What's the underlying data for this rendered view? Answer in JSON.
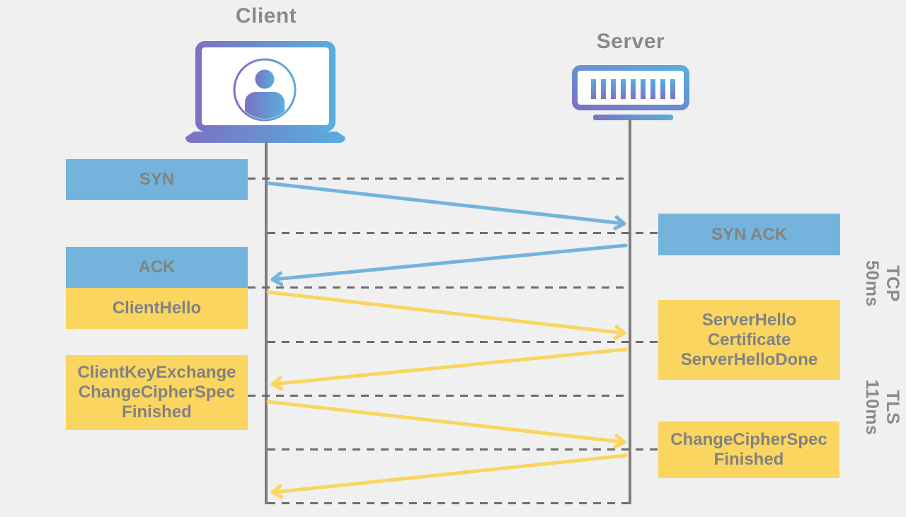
{
  "actors": {
    "client": "Client",
    "server": "Server"
  },
  "messages": {
    "syn": {
      "label": "SYN"
    },
    "syn_ack": {
      "label": "SYN ACK"
    },
    "ack": {
      "label": "ACK"
    },
    "client_hello": {
      "label": "ClientHello"
    },
    "server_hello": {
      "label": "ServerHello\nCertificate\nServerHelloDone"
    },
    "client_key_exchange": {
      "label": "ClientKeyExchange\nChangeCipherSpec\nFinished"
    },
    "change_cipher_spec": {
      "label": "ChangeCipherSpec\nFinished"
    }
  },
  "phases": {
    "tcp": {
      "label": "TCP",
      "duration": "50ms"
    },
    "tls": {
      "label": "TLS",
      "duration": "110ms"
    }
  },
  "sequence": [
    {
      "from": "client",
      "to": "server",
      "message": "SYN",
      "phase": "tcp"
    },
    {
      "from": "server",
      "to": "client",
      "message": "SYN ACK",
      "phase": "tcp"
    },
    {
      "from": "client",
      "to": "server",
      "message": "ACK + ClientHello",
      "phase": "tls"
    },
    {
      "from": "server",
      "to": "client",
      "message": "ServerHello, Certificate, ServerHelloDone",
      "phase": "tls"
    },
    {
      "from": "client",
      "to": "server",
      "message": "ClientKeyExchange, ChangeCipherSpec, Finished",
      "phase": "tls"
    },
    {
      "from": "server",
      "to": "client",
      "message": "ChangeCipherSpec, Finished",
      "phase": "tls"
    }
  ],
  "colors": {
    "tcp": "#74b4dc",
    "tls": "#fad55f",
    "background": "#f0f0f0",
    "box_text": "#828282",
    "title_text": "#8a8a8a",
    "lifeline": "#7d7d7d",
    "dashed_line": "#6e6e6e",
    "icon_gradient_purple": "#7b72c3",
    "icon_gradient_blue": "#58aedd"
  }
}
